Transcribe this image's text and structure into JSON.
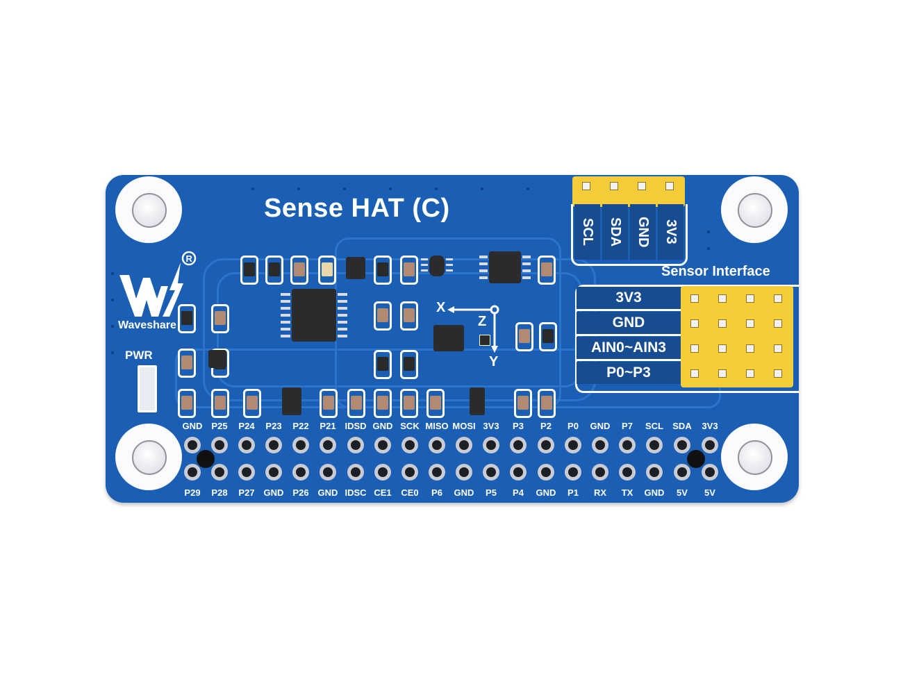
{
  "board": {
    "title": "Sense HAT (C)",
    "brand": "Waveshare",
    "registered_mark": "®",
    "pwr_label": "PWR",
    "colors": {
      "pcb": "#1a5fb4",
      "silkscreen": "#ffffff",
      "header_plastic": "#f5cd3a",
      "mount_ring": "#fbfbfd",
      "ic": "#2b2b2e"
    },
    "axis_labels": {
      "x": "X",
      "y": "Y",
      "z": "Z"
    },
    "i2c_header": {
      "pins": [
        "SCL",
        "SDA",
        "GND",
        "3V3"
      ]
    },
    "sensor_interface": {
      "title": "Sensor Interface",
      "rows": [
        "3V3",
        "GND",
        "AIN0~AIN3",
        "P0~P3"
      ]
    },
    "gpio_top": [
      "GND",
      "P25",
      "P24",
      "P23",
      "P22",
      "P21",
      "IDSD",
      "GND",
      "SCK",
      "MISO",
      "MOSI",
      "3V3",
      "P3",
      "P2",
      "P0",
      "GND",
      "P7",
      "SCL",
      "SDA",
      "3V3"
    ],
    "gpio_bottom": [
      "P29",
      "P28",
      "P27",
      "GND",
      "P26",
      "GND",
      "IDSC",
      "CE1",
      "CE0",
      "P6",
      "GND",
      "P5",
      "P4",
      "GND",
      "P1",
      "RX",
      "TX",
      "GND",
      "5V",
      "5V"
    ]
  }
}
